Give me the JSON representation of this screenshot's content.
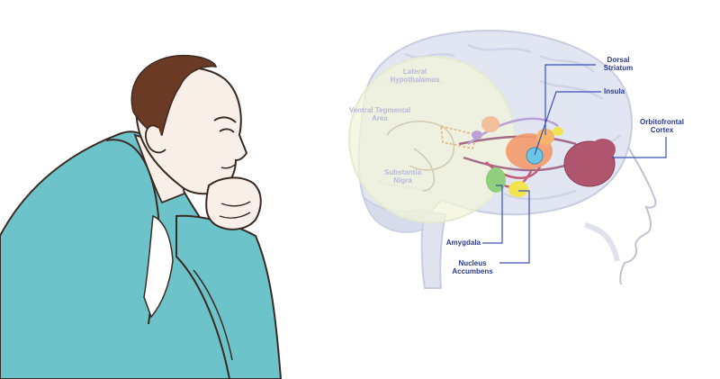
{
  "brain_labels": {
    "lateral_hypothalamus": [
      "Lateral",
      "Hypothalamus"
    ],
    "ventral_tegmental_area": [
      "Ventral Tegmental",
      "Area"
    ],
    "substantia_nigra": [
      "Substantia",
      "Nigra"
    ],
    "dorsal_striatum": [
      "Dorsal",
      "Striatum"
    ],
    "insula": [
      "Insula"
    ],
    "orbitofrontal_cortex": [
      "Orbitofrontal",
      "Cortex"
    ],
    "amygdala": [
      "Amygdala"
    ],
    "nucleus_accumbens": [
      "Nucleus",
      "Accumbens"
    ]
  },
  "colors": {
    "label_text": "#2a3a8f",
    "faint_label_text": "#b9b7d8",
    "leader_line": "#3a4fb8",
    "shirt": "#6cc3c9",
    "skin": "#f7efe8",
    "hair": "#6b3a24",
    "brain": "#dfe4f2",
    "orbitofrontal": "#b0556e",
    "amygdala": "#8fcf7e",
    "nucleus_accumbens": "#f3e44f",
    "striatum": "#f39a6c",
    "insula_node": "#6cc6e6"
  },
  "icons": {
    "figure": "thinking-man-illustration",
    "diagram": "brain-reward-circuit-illustration"
  }
}
